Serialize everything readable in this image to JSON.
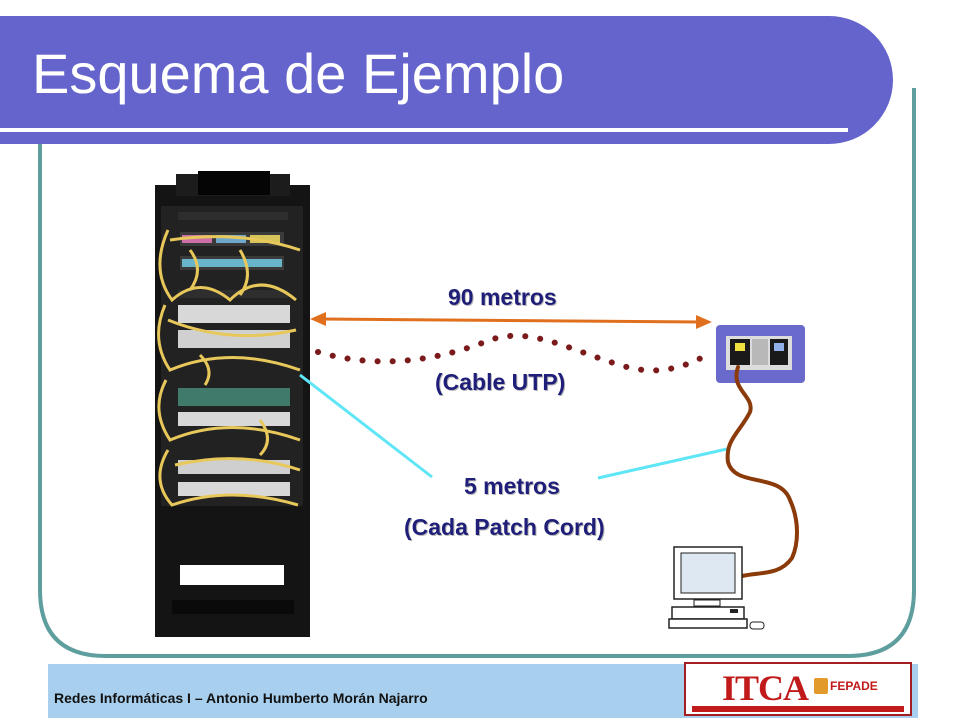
{
  "slide": {
    "title": "Esquema de Ejemplo",
    "footer": "Redes Informáticas  I – Antonio Humberto Morán Najarro"
  },
  "diagram": {
    "long_run_label": "90 metros",
    "cable_label": "(Cable UTP)",
    "patch_length_label": "5 metros",
    "patch_label": "(Cada Patch Cord)"
  },
  "logo": {
    "name": "ITCA",
    "sub": "FEPADE"
  },
  "colors": {
    "title_bar": "#6464cc",
    "frame": "#5f9e9e",
    "arrow": "#e0701e",
    "utp_dots": "#7a1a1a",
    "patch_cord": "#5fe6f6",
    "workstation_cable": "#8b3a0a",
    "wall_outlet": "#6a6acc",
    "footer": "#a8d0ee"
  },
  "icons": [
    "network-rack-icon",
    "wall-outlet-icon",
    "computer-icon"
  ]
}
